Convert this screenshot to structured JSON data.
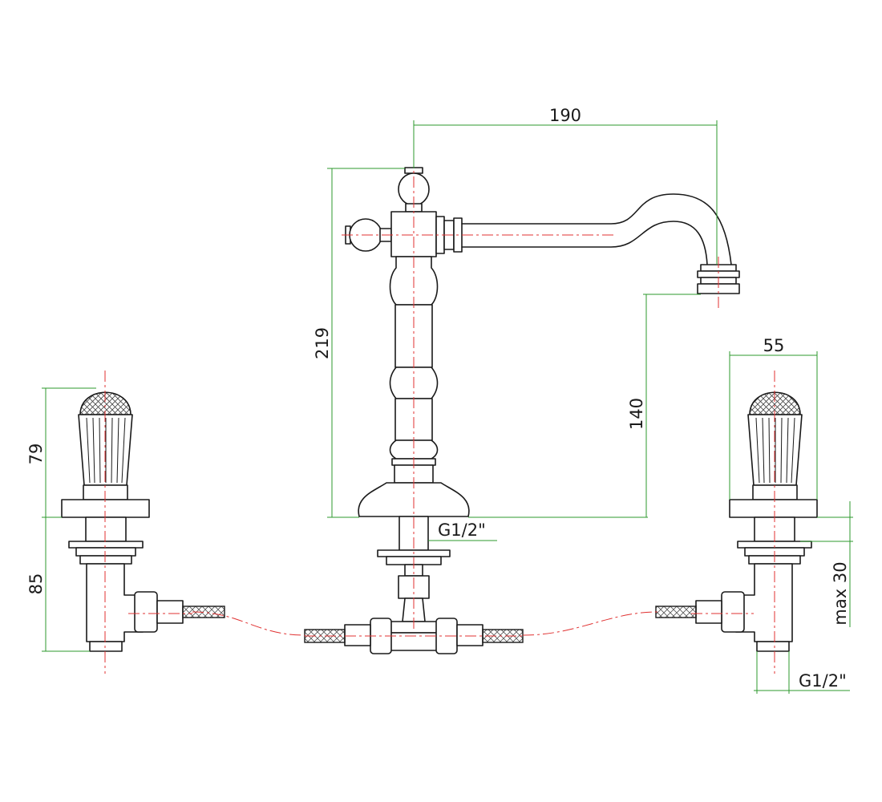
{
  "dimensions": {
    "spout_reach": "190",
    "spout_height": "219",
    "outlet_height": "140",
    "handle_width": "55",
    "handle_height": "79",
    "valve_length": "85",
    "deck_thickness": "max 30",
    "thread_center": "G1/2\"",
    "thread_right": "G1/2\""
  },
  "colors": {
    "outline": "#1a1a1a",
    "centerline": "#e03030",
    "dimension": "#2e9a2e"
  }
}
